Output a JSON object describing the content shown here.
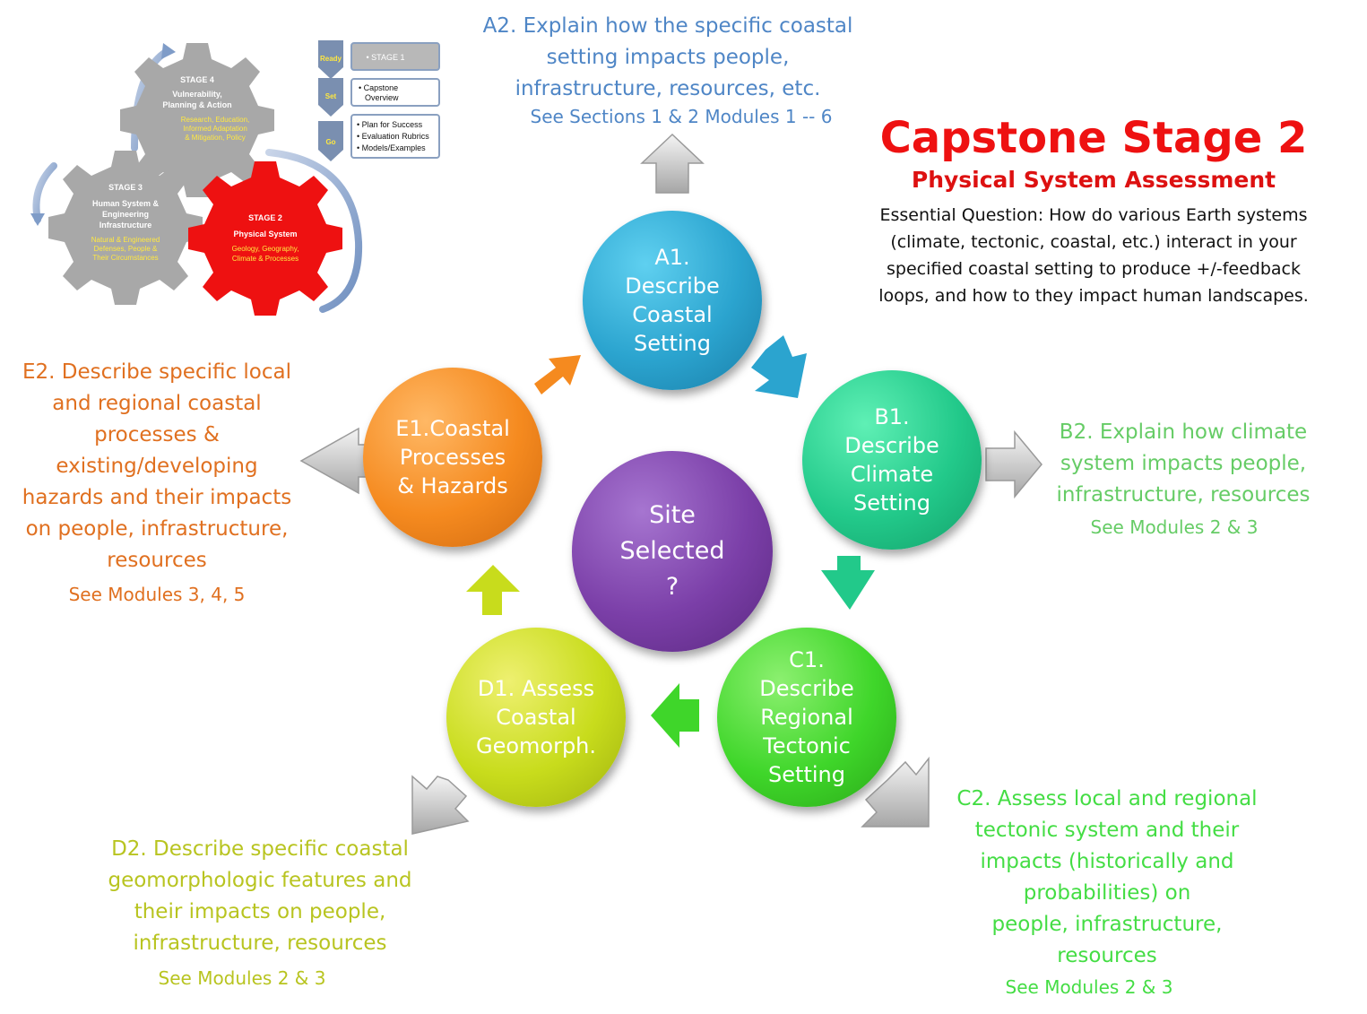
{
  "header": {
    "title": "Capstone Stage 2",
    "subtitle": "Physical System Assessment",
    "essential_question": "Essential Question: How do various Earth systems (climate, tectonic, coastal, etc.) interact in your specified coastal setting to produce +/-feedback loops, and how to they impact human landscapes."
  },
  "center": {
    "label": "Site Selected ?",
    "color": "#7b3fa8"
  },
  "nodes": {
    "a1": {
      "label": "A1. Describe Coastal Setting",
      "color": "#2ba4cf"
    },
    "b1": {
      "label": "B1. Describe Climate Setting",
      "color": "#22c98a"
    },
    "c1": {
      "label": "C1. Describe Regional Tectonic Setting",
      "color": "#3fd62a"
    },
    "d1": {
      "label": "D1. Assess Coastal Geomorph.",
      "color": "#c8dc1c"
    },
    "e1": {
      "label": "E1.Coastal Processes & Hazards",
      "color": "#f58a1f"
    }
  },
  "outcomes": {
    "a2": {
      "text": "A2. Explain how the specific coastal\nsetting impacts people,\ninfrastructure, resources, etc.",
      "ref": "See Sections 1 & 2 Modules 1 -- 6",
      "color": "#4f86c6"
    },
    "b2": {
      "text": "B2. Explain how climate\nsystem impacts people,\ninfrastructure, resources",
      "ref": "See Modules 2 & 3",
      "color": "#66cc66"
    },
    "c2": {
      "text": "C2. Assess local and regional\ntectonic system and their\nimpacts  (historically and\nprobabilities) on\npeople, infrastructure,\nresources",
      "ref": "See Modules 2 & 3",
      "color": "#44dd44"
    },
    "d2": {
      "text": "D2. Describe specific coastal\ngeomorphologic features and\ntheir impacts on  people,\ninfrastructure, resources",
      "ref": "See Modules 2 & 3",
      "color": "#b8c420"
    },
    "e2": {
      "text": "E2. Describe  specific local\nand regional coastal\nprocesses &\nexisting/developing\nhazards and their impacts\non  people, infrastructure,\nresources",
      "ref": "See Modules 3, 4, 5",
      "color": "#e07020"
    }
  },
  "stages": {
    "stage4": {
      "name": "STAGE 4",
      "title": "Vulnerability, Planning & Action",
      "detail": "Research, Education, Informed Adaptation & Mitigation, Policy"
    },
    "stage3": {
      "name": "STAGE 3",
      "title": "Human System & Engineering Infrastructure",
      "detail": "Natural & Engineered Defenses, People & Their Circumstances"
    },
    "stage2": {
      "name": "STAGE 2",
      "title": "Physical System",
      "detail": "Geology, Geography, Climate & Processes"
    },
    "steps": [
      {
        "tab": "Ready",
        "items": [
          "• STAGE 1"
        ]
      },
      {
        "tab": "Set",
        "items": [
          "• Capstone",
          "Overview"
        ]
      },
      {
        "tab": "Go",
        "items": [
          "• Plan for Success",
          "• Evaluation Rubrics",
          "• Models/Examples"
        ]
      }
    ]
  },
  "colors": {
    "gear_gray": "#a8a8a8",
    "gear_red": "#ee1111",
    "stage_text_yellow": "#ffe840",
    "arrow_gray": "#c8c8c8"
  }
}
